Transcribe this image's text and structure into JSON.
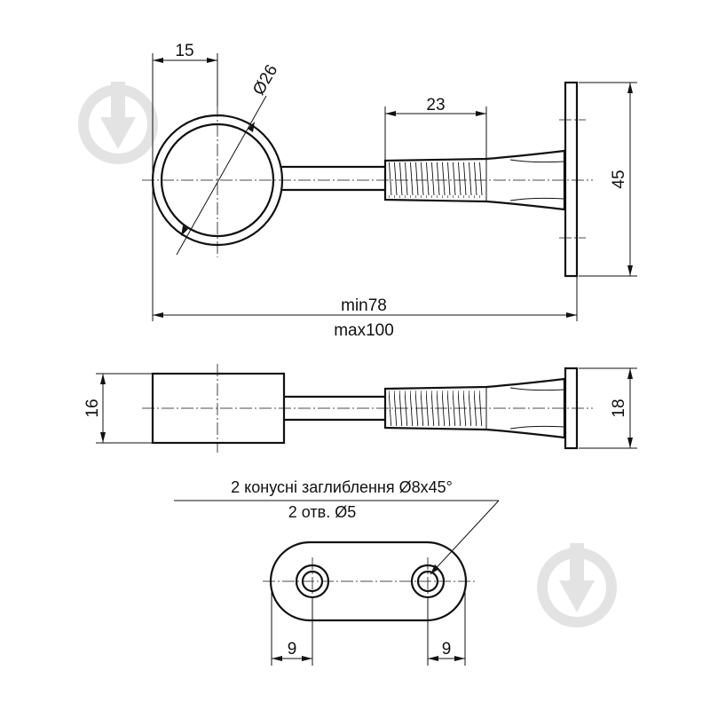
{
  "dimensions": {
    "top_view": {
      "offset": "15",
      "ring_diameter": "Ø26",
      "thread_length": "23",
      "flange_height": "45",
      "overall_min": "min78",
      "overall_max": "max100"
    },
    "side_view": {
      "ring_width": "16",
      "flange_width": "18"
    },
    "flange_view": {
      "hole_note_line1": "2 конусні заглиблення   Ø8x45°",
      "hole_note_line2": "2 отв. Ø5",
      "hole_offset_left": "9",
      "hole_offset_right": "9"
    }
  },
  "watermark": {
    "icon": "droplet-logo-icon"
  }
}
